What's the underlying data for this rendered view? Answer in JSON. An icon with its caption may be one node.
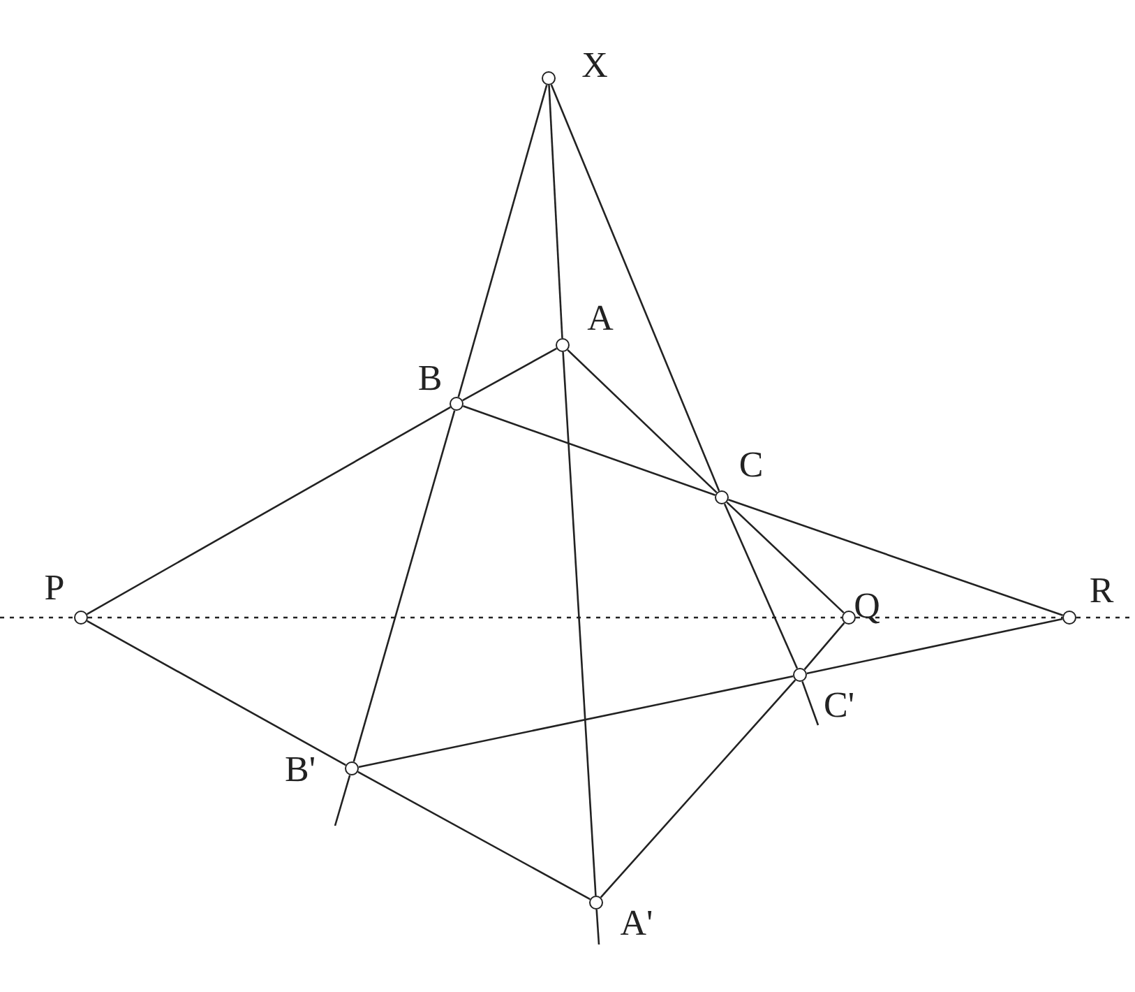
{
  "diagram": {
    "nodes": [
      {
        "text": [],
        "shape": "circle",
        "beside": [
          "X"
        ]
      },
      {
        "text": [],
        "shape": "circle",
        "beside": [
          "A"
        ]
      },
      {
        "text": [],
        "shape": "circle",
        "beside": [
          "B"
        ]
      },
      {
        "text": [],
        "shape": "circle",
        "beside": [
          "C"
        ]
      },
      {
        "text": [],
        "shape": "circle",
        "beside": [
          "P"
        ]
      },
      {
        "text": [],
        "shape": "circle",
        "beside": [
          "Q"
        ]
      },
      {
        "text": [],
        "shape": "circle",
        "beside": [
          "R"
        ]
      },
      {
        "text": [],
        "shape": "circle",
        "beside": [
          "C'"
        ]
      },
      {
        "text": [],
        "shape": "circle",
        "beside": [
          "B'"
        ]
      },
      {
        "text": [],
        "shape": "circle",
        "beside": [
          "A'"
        ]
      }
    ],
    "edges": [
      {
        "from": 0,
        "to": 2,
        "arrow": "none"
      },
      {
        "from": 2,
        "to": 8,
        "arrow": "none"
      },
      {
        "from": 8,
        "to": null,
        "arrow": "none"
      },
      {
        "from": 0,
        "to": 1,
        "arrow": "none"
      },
      {
        "from": 1,
        "to": 9,
        "arrow": "none"
      },
      {
        "from": 9,
        "to": null,
        "arrow": "none"
      },
      {
        "from": 0,
        "to": 3,
        "arrow": "none"
      },
      {
        "from": 3,
        "to": 7,
        "arrow": "none"
      },
      {
        "from": 7,
        "to": null,
        "arrow": "none"
      },
      {
        "from": 4,
        "to": 2,
        "arrow": "none"
      },
      {
        "from": 2,
        "to": 1,
        "arrow": "none"
      },
      {
        "from": 2,
        "to": 3,
        "arrow": "none"
      },
      {
        "from": 3,
        "to": 6,
        "arrow": "none"
      },
      {
        "from": 1,
        "to": 3,
        "arrow": "none"
      },
      {
        "from": 3,
        "to": 5,
        "arrow": "none"
      },
      {
        "from": 4,
        "to": 8,
        "arrow": "none"
      },
      {
        "from": 8,
        "to": 9,
        "arrow": "none"
      },
      {
        "from": 8,
        "to": 7,
        "arrow": "none"
      },
      {
        "from": 7,
        "to": 6,
        "arrow": "none"
      },
      {
        "from": 9,
        "to": 7,
        "arrow": "none"
      },
      {
        "from": 7,
        "to": 5,
        "arrow": "none"
      },
      {
        "from": null,
        "to": 4,
        "arrow": "none",
        "style": "dashed"
      },
      {
        "from": 4,
        "to": 5,
        "arrow": "none",
        "style": "dashed"
      },
      {
        "from": 5,
        "to": 6,
        "arrow": "none",
        "style": "dashed"
      },
      {
        "from": 6,
        "to": null,
        "arrow": "none",
        "style": "dashed"
      }
    ]
  }
}
